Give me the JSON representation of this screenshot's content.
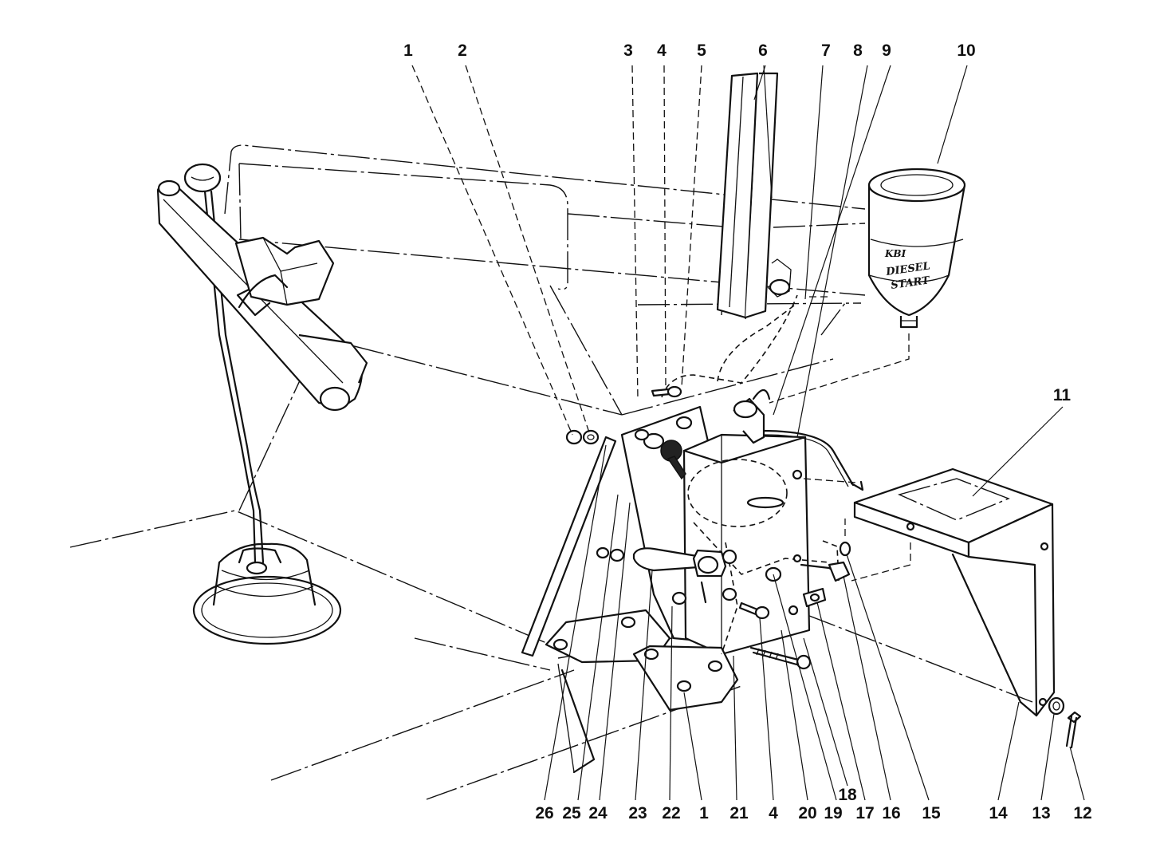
{
  "diagram": {
    "top_labels": [
      "1",
      "2",
      "3",
      "4",
      "5",
      "6",
      "7",
      "8",
      "9",
      "10"
    ],
    "right_labels": [
      "11"
    ],
    "bottom_labels": [
      "26",
      "25",
      "24",
      "23",
      "22",
      "1",
      "21",
      "4",
      "20",
      "19",
      "18",
      "17",
      "16",
      "15",
      "14",
      "13",
      "12"
    ],
    "canister_logo_lines": [
      "KBI",
      "DIESEL",
      "START"
    ]
  }
}
